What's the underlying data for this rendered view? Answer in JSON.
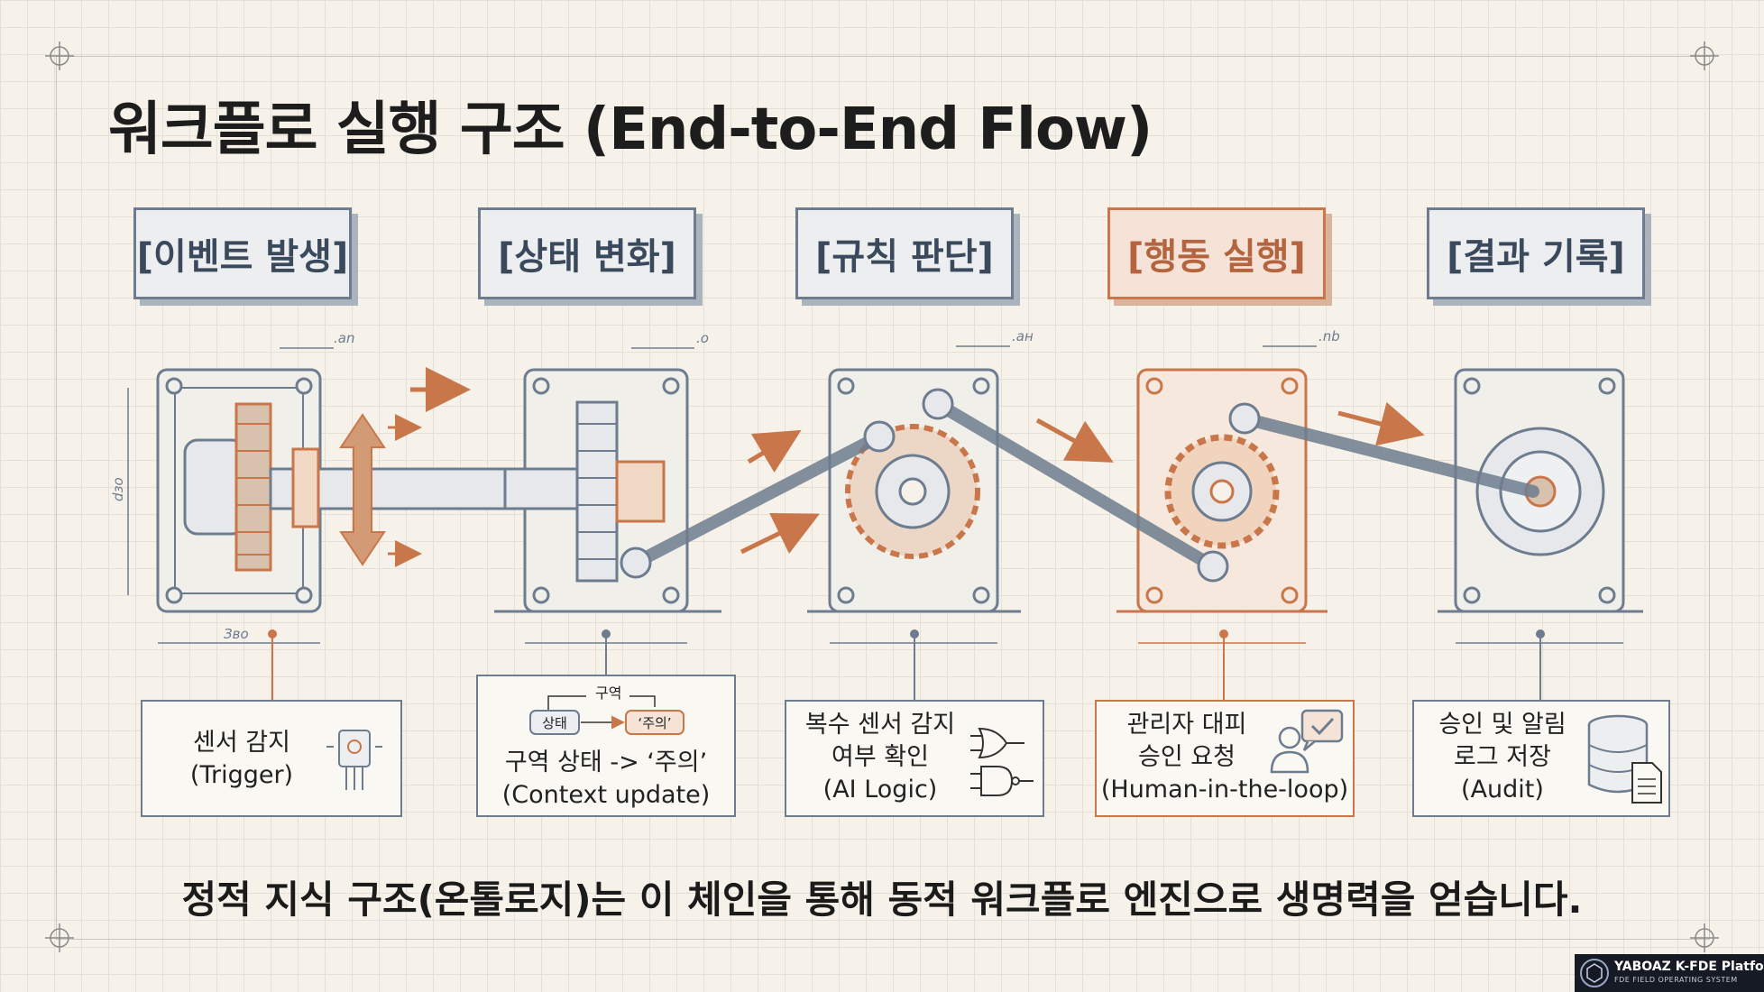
{
  "title": "워크플로 실행 구조 (End-to-End Flow)",
  "stages": [
    {
      "label": "[이벤트 발생]"
    },
    {
      "label": "[상태 변화]"
    },
    {
      "label": "[규칙 판단]"
    },
    {
      "label": "[행동 실행]"
    },
    {
      "label": "[결과 기록]"
    }
  ],
  "cards": [
    {
      "line1": "센서 감지",
      "line2": "(Trigger)",
      "line3": ""
    },
    {
      "line1": "구역 상태 -> ‘주의’",
      "line2": "(Context update)",
      "line3": ""
    },
    {
      "line1": "복수 센서 감지",
      "line2": "여부 확인",
      "line3": "(AI Logic)"
    },
    {
      "line1": "관리자 대피",
      "line2": "승인 요청",
      "line3": "(Human-in-the-loop)"
    },
    {
      "line1": "승인 및 알림",
      "line2": "로그 저장",
      "line3": "(Audit)"
    }
  ],
  "mini_diagram": {
    "top": "구역",
    "from": "상태",
    "to": "‘주의’"
  },
  "dimensions": {
    "d1": ".an",
    "d2": ".o",
    "d3": ".ан",
    "d4": ".nb",
    "side": "dзo",
    "bottom": "Звo"
  },
  "footer": "정적 지식 구조(온톨로지)는 이 체인을 통해 동적 워크플로 엔진으로 생명력을 얻습니다.",
  "brand": {
    "name": "YABOAZ K-FDE Platform",
    "tagline": "FDE FIELD OPERATING SYSTEM"
  },
  "colors": {
    "blue": "#6d7c8e",
    "orange": "#c8764a",
    "ink": "#1d1d1d"
  }
}
